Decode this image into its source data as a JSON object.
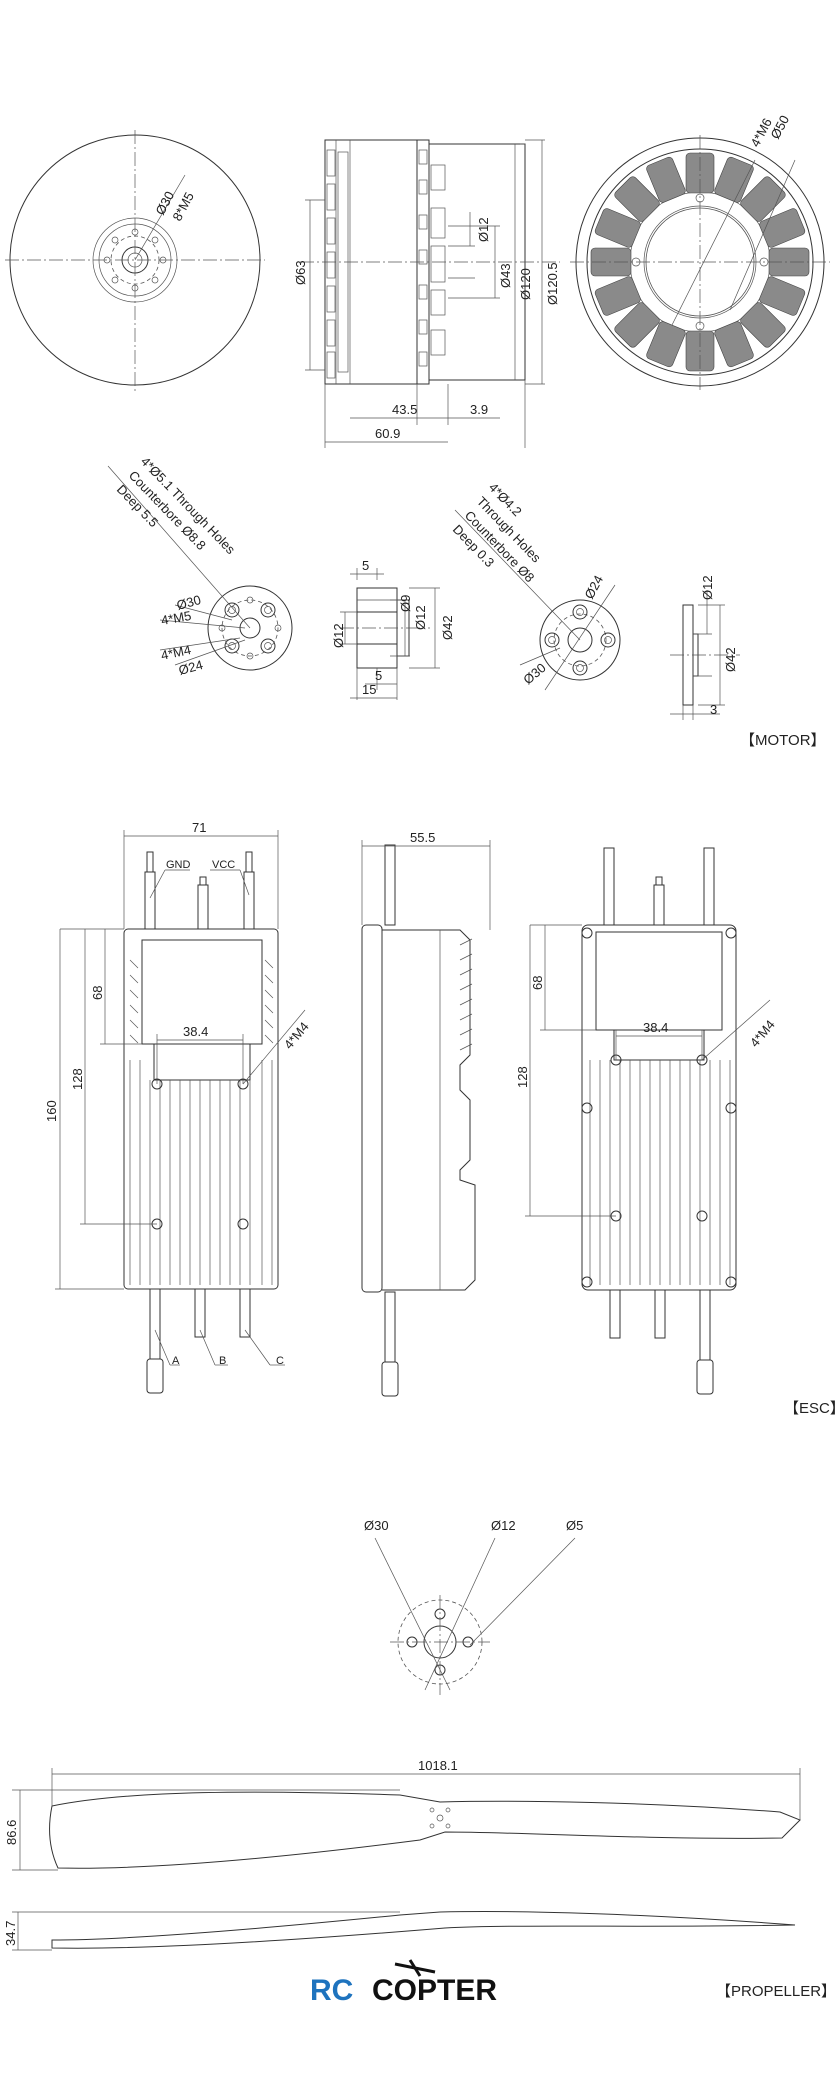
{
  "sections": {
    "motor": "【MOTOR】",
    "esc": "【ESC】",
    "propeller": "【PROPELLER】"
  },
  "logo": {
    "part1": "RC",
    "part2": "COPTER"
  },
  "motor": {
    "front": {
      "d30": "Ø30",
      "m5": "8*M5"
    },
    "side": {
      "d63": "Ø63",
      "d12": "Ø12",
      "d43": "Ø43",
      "d120": "Ø120",
      "d120_5": "Ø120.5",
      "w43_5": "43.5",
      "w3_9": "3.9",
      "w60_9": "60.9"
    },
    "rear": {
      "m6": "4*M6",
      "d50": "Ø50"
    },
    "adapter1": {
      "note1": "4*Ø5.1 Through Holes",
      "note2": "Counterbore Ø8.8",
      "note3": "Deep 5.5",
      "d30": "Ø30",
      "m5": "4*M5",
      "m4": "4*M4",
      "d24": "Ø24"
    },
    "adapter1_side": {
      "t5": "5",
      "d9": "Ø9",
      "d12a": "Ø12",
      "d12b": "Ø12",
      "d42": "Ø42",
      "t5b": "5",
      "t15": "15"
    },
    "adapter2": {
      "note1": "4*Ø4.2",
      "note2": "Through Holes",
      "note3": "Counterbore Ø8",
      "note4": "Deep 0.3",
      "d24": "Ø24",
      "d30": "Ø30"
    },
    "adapter2_side": {
      "d12": "Ø12",
      "d42": "Ø42",
      "t3": "3"
    }
  },
  "esc": {
    "front": {
      "w71": "71",
      "gnd": "GND",
      "vcc": "VCC",
      "h68": "68",
      "w38_4": "38.4",
      "m4": "4*M4",
      "h128": "128",
      "h160": "160",
      "a": "A",
      "b": "B",
      "c": "C"
    },
    "side": {
      "w55_5": "55.5"
    },
    "rear": {
      "h68": "68",
      "w38_4": "38.4",
      "m4": "4*M4",
      "h128": "128"
    }
  },
  "propeller": {
    "hub": {
      "d30": "Ø30",
      "d12": "Ø12",
      "d5": "Ø5"
    },
    "top": {
      "length": "1018.1",
      "width": "86.6"
    },
    "side": {
      "thickness": "34.7"
    }
  }
}
